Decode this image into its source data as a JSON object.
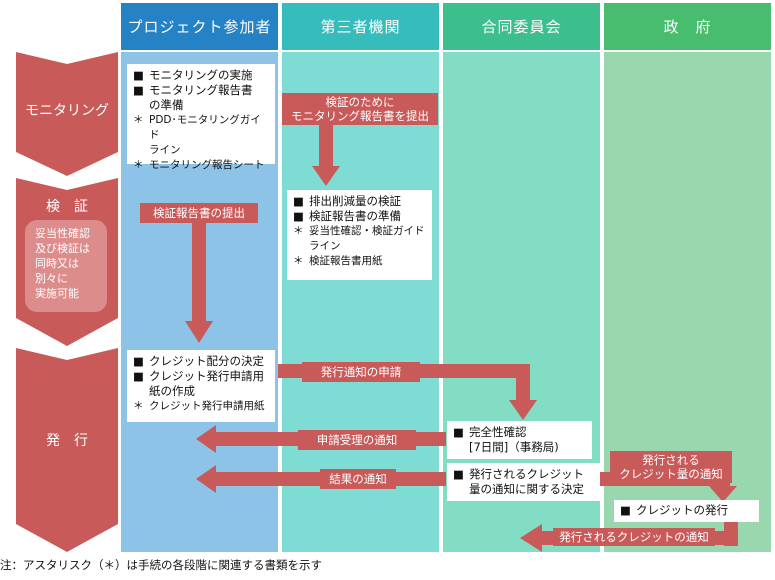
{
  "columns": {
    "participant": "プロジェクト参加者",
    "third_party": "第三者機関",
    "joint_committee": "合同委員会",
    "government": "政　府"
  },
  "colors": {
    "participant_head": "#2582c4",
    "participant_body": "#8dc3e6",
    "third_party_head": "#37bcbc",
    "third_party_body": "#7fdcd4",
    "joint_head": "#3cbf8c",
    "joint_body": "#82ddc4",
    "gov_head": "#49bd6f",
    "gov_body": "#99d7ae",
    "stage": "#c85a5a",
    "stage_note": "#dd8c8c"
  },
  "stages": {
    "monitoring": "モニタリング",
    "verification": "検　証",
    "verification_note": [
      "妥当性確認",
      "及び検証は",
      "同時又は",
      "別々に",
      "実施可能"
    ],
    "issuance": "発　行"
  },
  "boxes": {
    "monitoring": [
      {
        "mark": "■",
        "text": "モニタリングの実施"
      },
      {
        "mark": "■",
        "text": "モニタリング報告書",
        "cont": "の準備"
      },
      {
        "mark": "＊",
        "text": "PDD･モニタリングガイド",
        "cont": "ライン"
      },
      {
        "mark": "＊",
        "text": "モニタリング報告シート"
      }
    ],
    "verification": [
      {
        "mark": "■",
        "text": "排出削減量の検証"
      },
      {
        "mark": "■",
        "text": "検証報告書の準備"
      },
      {
        "mark": "＊",
        "text": "妥当性確認・検証ガイド",
        "cont": "ライン"
      },
      {
        "mark": "＊",
        "text": "検証報告書用紙"
      }
    ],
    "allocation": [
      {
        "mark": "■",
        "text": "クレジット配分の決定"
      },
      {
        "mark": "■",
        "text": "クレジット発行申請用",
        "cont": "紙の作成"
      },
      {
        "mark": "＊",
        "text": "クレジット発行申請用紙"
      }
    ],
    "completeness": {
      "mark": "■",
      "text": "完全性確認",
      "line2": "[7日間]（事務局)"
    },
    "decision": {
      "mark": "■",
      "text": "発行されるクレジット",
      "line2": "量の通知に関する決定"
    },
    "issue": {
      "mark": "■",
      "text": "クレジットの発行"
    }
  },
  "labels": {
    "submit_monitoring": [
      "検証のために",
      "モニタリング報告書を提出"
    ],
    "submit_verification": "検証報告書の提出",
    "issuance_request": "発行通知の申請",
    "receipt_notice": "申請受理の通知",
    "result_notice": "結果の通知",
    "amount_notice": [
      "発行される",
      "クレジット量の通知"
    ],
    "issued_notice": "発行されるクレジットの通知"
  },
  "footnote": "注：アスタリスク（＊）は手続の各段階に関連する書類を示す"
}
